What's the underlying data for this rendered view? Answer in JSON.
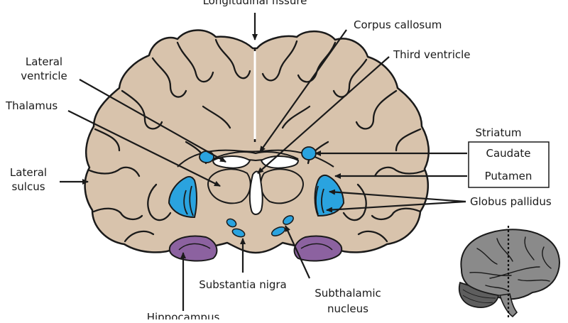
{
  "labels": {
    "longitudinal_fissure": "Longitudinal fissure",
    "corpus_callosum": "Corpus callosum",
    "third_ventricle": "Third ventricle",
    "lateral_ventricle_line1": "Lateral",
    "lateral_ventricle_line2": "ventricle",
    "thalamus": "Thalamus",
    "lateral_sulcus_line1": "Lateral",
    "lateral_sulcus_line2": "sulcus",
    "striatum": "Striatum",
    "caudate": "Caudate",
    "putamen": "Putamen",
    "globus_pallidus": "Globus pallidus",
    "substantia_nigra": "Substantia nigra",
    "subthalamic_line1": "Subthalamic",
    "subthalamic_line2": "nucleus",
    "hippocampus": "Hippocampus"
  },
  "colors": {
    "tissue": "#d8c3ac",
    "outline": "#1a1a1a",
    "nuclei_blue": "#2aa3df",
    "hippocampus_purple": "#8c62a0",
    "ventricle": "#ffffff",
    "thumbnail_brain": "#8a8a8a"
  }
}
